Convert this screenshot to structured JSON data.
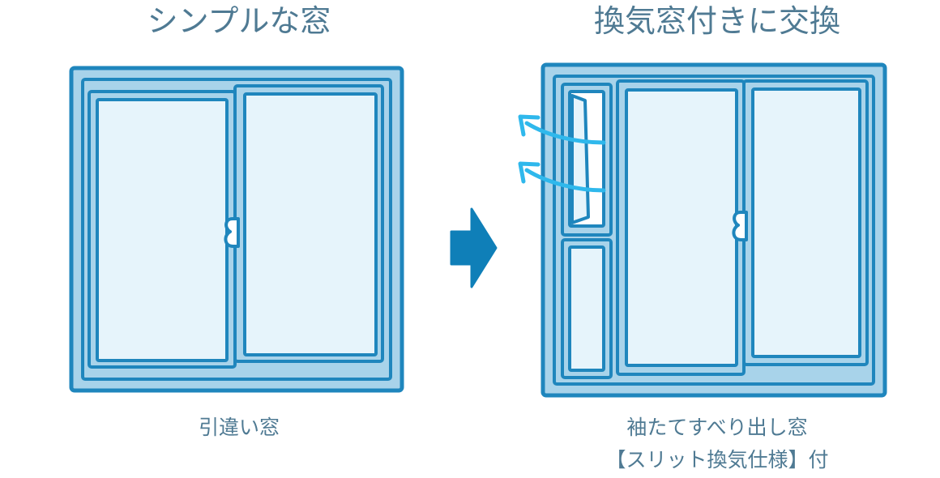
{
  "left_panel": {
    "title": "シンプルな窓",
    "caption": "引違い窓"
  },
  "right_panel": {
    "title": "換気窓付きに交換",
    "caption_line1": "袖たてすべり出し窓",
    "caption_line2": "【スリット換気仕様】付"
  },
  "colors": {
    "frame_stroke": "#1f86bd",
    "frame_fill": "#a8d3ea",
    "glass_fill": "#e6f4fb",
    "arrow_main": "#0f7fb8",
    "airflow_arrow": "#2fb8ec",
    "text": "#4f7a93"
  },
  "icons": {
    "transition_arrow": "right-arrow-icon",
    "airflow": "airflow-arrow-icon"
  }
}
